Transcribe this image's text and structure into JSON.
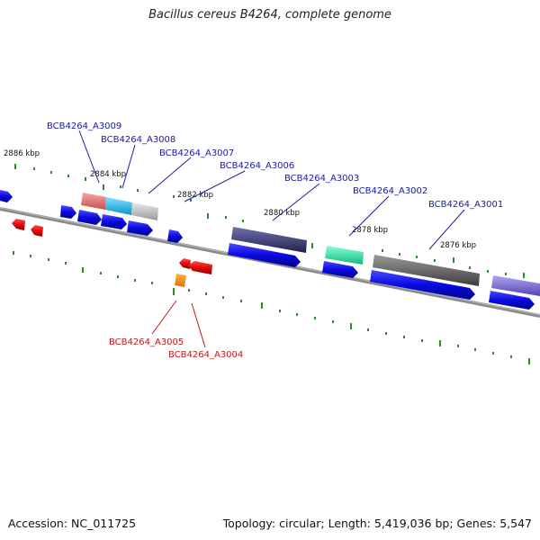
{
  "title": "Bacillus cereus B4264, complete genome",
  "footer": {
    "accession": "Accession: NC_011725",
    "summary": "Topology: circular; Length: 5,419,036 bp; Genes: 5,547"
  },
  "ticks": [
    "2886 kbp",
    "2884 kbp",
    "2882 kbp",
    "2880 kbp",
    "2878 kbp",
    "2876 kbp"
  ],
  "labels_top": [
    {
      "text": "BCB4264_A3009",
      "color": "#1a1aa6"
    },
    {
      "text": "BCB4264_A3008",
      "color": "#1a1aa6"
    },
    {
      "text": "BCB4264_A3007",
      "color": "#1a1aa6"
    },
    {
      "text": "BCB4264_A3006",
      "color": "#1a1aa6"
    },
    {
      "text": "BCB4264_A3003",
      "color": "#1a1aa6"
    },
    {
      "text": "BCB4264_A3002",
      "color": "#1a1aa6"
    },
    {
      "text": "BCB4264_A3001",
      "color": "#1a1aa6"
    }
  ],
  "labels_bottom": [
    {
      "text": "BCB4264_A3005",
      "color": "#c01818"
    },
    {
      "text": "BCB4264_A3004",
      "color": "#c01818"
    }
  ],
  "colors": {
    "backbone": "#7a7a7a",
    "forward_cds": "#1010e8",
    "reverse_cds": "#e00e0e",
    "tick": "#2e8b2e",
    "blast_a3009": "#e87878",
    "blast_a3008": "#22bde8",
    "blast_a3007": "#bdbdbd",
    "blast_a3006": "#3c3c7a",
    "blast_a3003": "#2ee8a8",
    "blast_a3002": "#5a5a5a",
    "blast_a3001": "#7a6ad8",
    "orange_feature": "#ff8c00"
  }
}
